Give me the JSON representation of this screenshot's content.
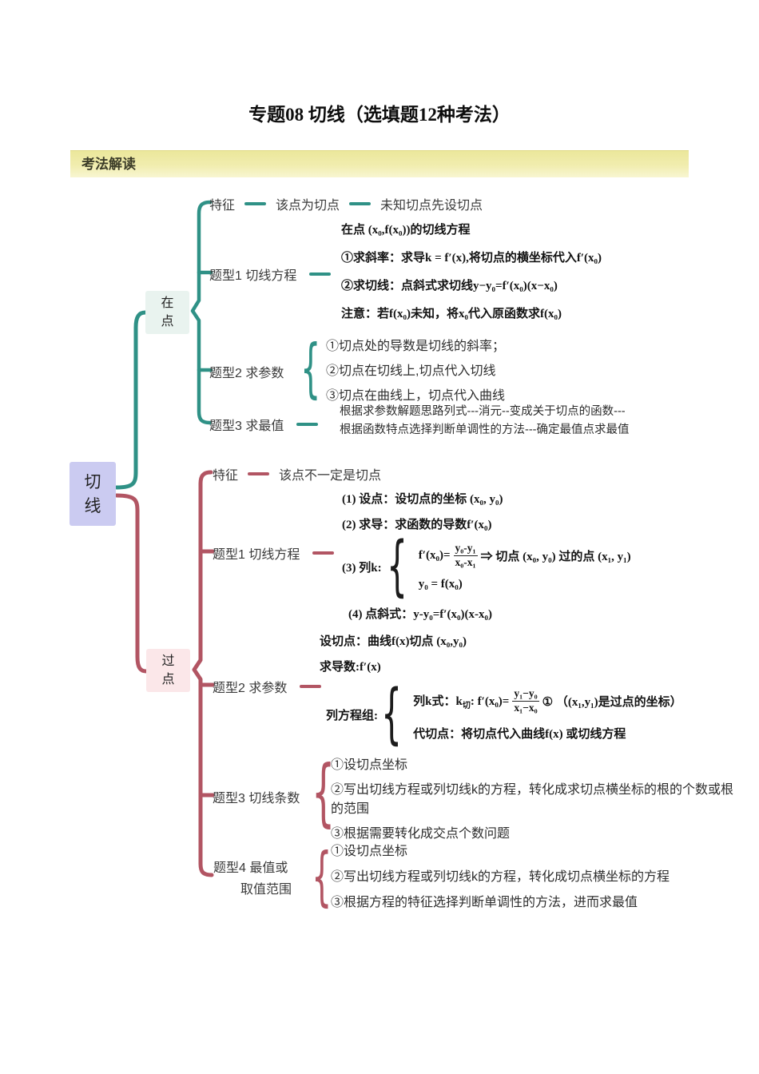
{
  "page": {
    "title": "专题08 切线（选填题12种考法）"
  },
  "banner": {
    "label": "考法解读"
  },
  "colors": {
    "teal": "#2f9186",
    "red": "#b25563",
    "root_bg": "#cbcbf1",
    "on_point_bg": "#e9f3ef",
    "through_point_bg": "#fbe7e9",
    "banner_bg": "#efeb9f"
  },
  "mindmap": {
    "root": "切线",
    "on_point": {
      "node": "在点",
      "feature": {
        "label": "特征",
        "text1": "该点为切点",
        "text2": "未知切点先设切点"
      },
      "t1": {
        "label": "题型1 切线方程",
        "lines": [
          "在点 (x₀,f(x₀))的切线方程",
          "①求斜率：求导k = f′(x),将切点的横坐标代入f′(x₀)",
          "②求切线：点斜式求切线y−y₀=f′(x₀)(x−x₀)",
          "注意：若f(x₀)未知，将x₀代入原函数求f(x₀)"
        ]
      },
      "t2": {
        "label": "题型2 求参数",
        "items": [
          "①切点处的导数是切线的斜率；",
          "②切点在切线上,切点代入切线",
          "③切点在曲线上，切点代入曲线"
        ]
      },
      "t3": {
        "label": "题型3 求最值",
        "lines": [
          "根据求参数解题思路列式---消元--变成关于切点的函数---",
          "根据函数特点选择判断单调性的方法---确定最值点求最值"
        ]
      }
    },
    "through_point": {
      "node": "过点",
      "feature": {
        "label": "特征",
        "text1": "该点不一定是切点"
      },
      "t1": {
        "label": "题型1 切线方程",
        "step1": "(1) 设点：设切点的坐标 (x₀, y₀)",
        "step2": "(2) 求导：求函数的导数f′(x₀)",
        "step3": {
          "label": "(3) 列k:",
          "eq_pre": "f′(x₀)=",
          "num": "y₀-y₁",
          "den": "x₀-x₁",
          "eq_post": "⇒ 切点 (x₀, y₀) 过的点 (x₁, y₁)",
          "line2": "y₀ = f(x₀)"
        },
        "step4": "(4) 点斜式：y-y₀=f′(x₀)(x-x₀)"
      },
      "pre2a": "设切点：曲线f(x)切点 (x₀,y₀)",
      "pre2b": "求导数:f′(x)",
      "t2": {
        "label": "题型2 求参数",
        "group_label": "列方程组:",
        "line1_pre": "列k式：k",
        "line1_sub": "切",
        "line1_mid": ": f′(x₀)=",
        "num": "y₁−y₀",
        "den": "x₁−x₀",
        "line1_post": "① （(x₁,y₁)是过点的坐标）",
        "line2": "代切点：将切点代入曲线f(x) 或切线方程"
      },
      "t3": {
        "label": "题型3 切线条数",
        "items": [
          "①设切点坐标",
          "②写出切线方程或列切线k的方程，转化成求切点横坐标的根的个数或根的范围",
          "③根据需要转化成交点个数问题"
        ]
      },
      "t4": {
        "label1": "题型4 最值或",
        "label2": "取值范围",
        "items": [
          "①设切点坐标",
          "②写出切线方程或列切线k的方程，转化成切点横坐标的方程",
          "③根据方程的特征选择判断单调性的方法，进而求最值"
        ]
      }
    }
  }
}
